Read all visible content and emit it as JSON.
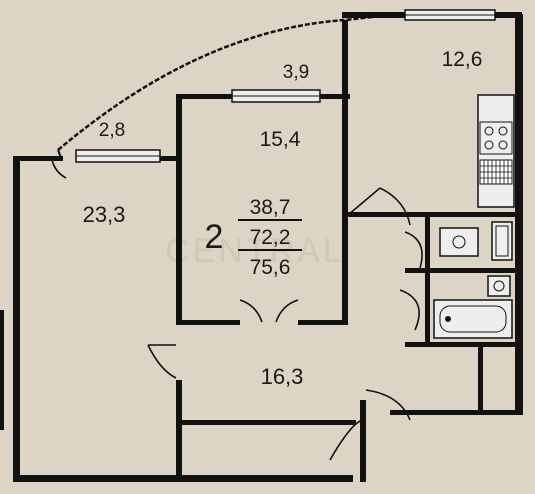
{
  "plan": {
    "colors": {
      "paper": "#dcd4c4",
      "wall": "#111111",
      "ink": "#1a1a1a"
    },
    "rooms": {
      "balcony_left": "2,8",
      "balcony_right": "3,9",
      "kitchen": "12,6",
      "room_small": "15,4",
      "room_large": "23,3",
      "hall": "16,3"
    },
    "summary": {
      "room_count": "2",
      "living_area": "38,7",
      "total_area": "72,2",
      "area_with_balconies": "75,6"
    },
    "watermark": "CENTRAL"
  }
}
